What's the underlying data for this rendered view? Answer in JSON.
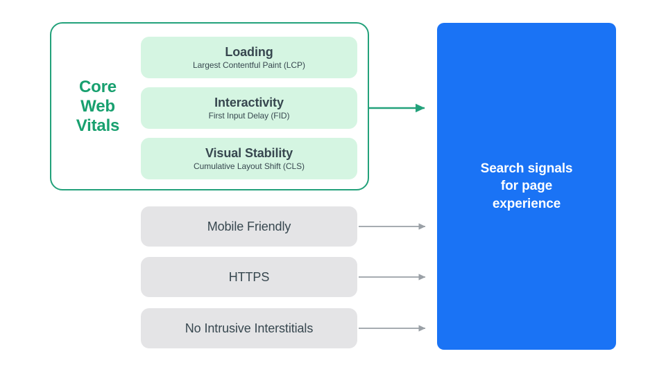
{
  "diagram": {
    "title": "Core Web Vitals and search signals for page experience",
    "colors": {
      "green_accent": "#18a06f",
      "green_border": "#22a17a",
      "green_card_bg": "#d5f5e2",
      "gray_card_bg": "#e4e4e6",
      "blue_panel": "#1a73f5",
      "text_dark": "#37474f",
      "arrow_gray": "#9aa0a6",
      "arrow_green": "#22a17a",
      "background": "#ffffff"
    }
  },
  "core_web_vitals": {
    "label_lines": [
      "Core",
      "Web",
      "Vitals"
    ],
    "label_text": "Core Web Vitals",
    "cards": [
      {
        "title": "Loading",
        "subtitle": "Largest Contentful Paint (LCP)",
        "metric_abbr": "LCP"
      },
      {
        "title": "Interactivity",
        "subtitle": "First Input Delay (FID)",
        "metric_abbr": "FID"
      },
      {
        "title": "Visual Stability",
        "subtitle": "Cumulative Layout Shift (CLS)",
        "metric_abbr": "CLS"
      }
    ]
  },
  "other_signals": [
    {
      "label": "Mobile Friendly"
    },
    {
      "label": "HTTPS"
    },
    {
      "label": "No Intrusive Interstitials"
    }
  ],
  "destination": {
    "text": "Search signals\nfor page\nexperience",
    "lines": [
      "Search signals",
      "for page",
      "experience"
    ]
  },
  "arrows": [
    {
      "name": "core-web-vitals-arrow",
      "color": "#22a17a"
    },
    {
      "name": "mobile-friendly-arrow",
      "color": "#9aa0a6"
    },
    {
      "name": "https-arrow",
      "color": "#9aa0a6"
    },
    {
      "name": "no-intrusive-interstitials-arrow",
      "color": "#9aa0a6"
    }
  ]
}
